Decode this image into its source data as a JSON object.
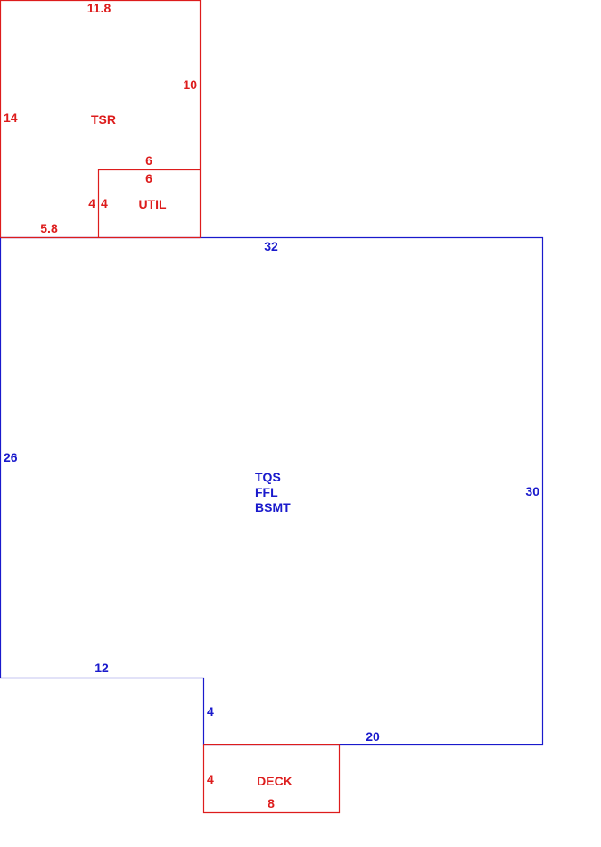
{
  "colors": {
    "addition": "#dd1c1c",
    "main": "#1a1acc",
    "background": "#ffffff"
  },
  "areas": {
    "tsr": {
      "label": "TSR",
      "dims": {
        "top": "11.8",
        "left": "14",
        "right": "10",
        "bottom": "5.8"
      }
    },
    "util": {
      "label": "UTIL",
      "dims": {
        "top_outer": "6",
        "top_inner": "6",
        "left_outer": "4",
        "left_inner": "4"
      }
    },
    "main": {
      "label_lines": [
        "TQS",
        "FFL",
        "BSMT"
      ],
      "dims": {
        "top": "32",
        "left": "26",
        "right": "30",
        "notch_top": "12",
        "notch_side": "4",
        "bottom": "20"
      }
    },
    "deck": {
      "label": "DECK",
      "dims": {
        "left": "4",
        "bottom": "8"
      }
    }
  }
}
